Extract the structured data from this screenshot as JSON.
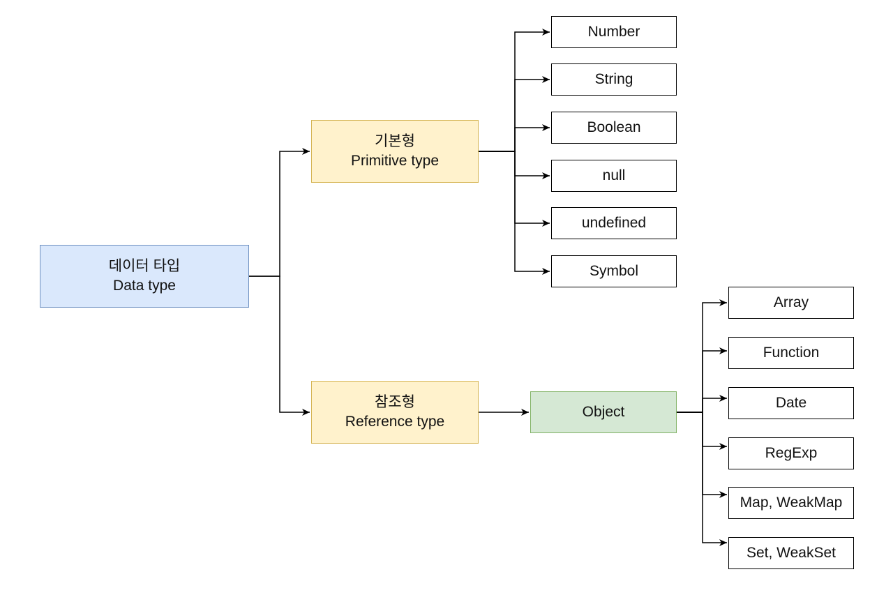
{
  "root": {
    "line1": "데이터 타입",
    "line2": "Data type"
  },
  "primitive": {
    "line1": "기본형",
    "line2": "Primitive type",
    "items": [
      "Number",
      "String",
      "Boolean",
      "null",
      "undefined",
      "Symbol"
    ]
  },
  "reference": {
    "line1": "참조형",
    "line2": "Reference type",
    "object": "Object",
    "items": [
      "Array",
      "Function",
      "Date",
      "RegExp",
      "Map, WeakMap",
      "Set, WeakSet"
    ]
  }
}
